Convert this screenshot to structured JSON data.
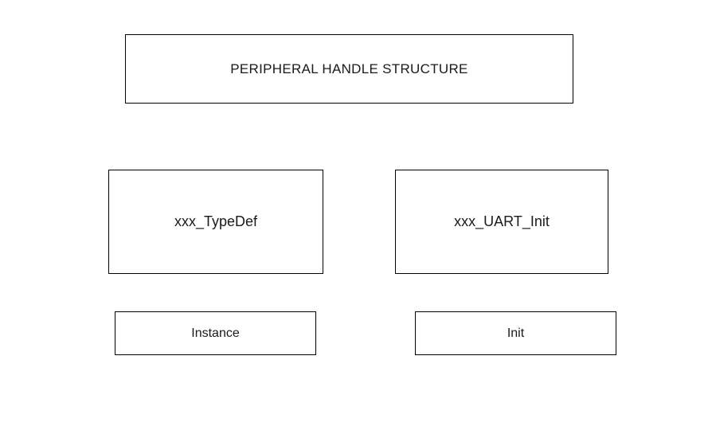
{
  "diagram": {
    "title": "PERIPHERAL HANDLE STRUCTURE",
    "title_box": {
      "label": "PERIPHERAL HANDLE STRUCTURE"
    },
    "boxes": [
      {
        "id": "typedef",
        "label": "xxx_TypeDef"
      },
      {
        "id": "uart_init",
        "label": "xxx_UART_Init"
      },
      {
        "id": "instance",
        "label": "Instance"
      },
      {
        "id": "init",
        "label": "Init"
      }
    ],
    "colors": {
      "background": "#ffffff",
      "border": "#000000",
      "text": "#1a1a1a"
    }
  }
}
